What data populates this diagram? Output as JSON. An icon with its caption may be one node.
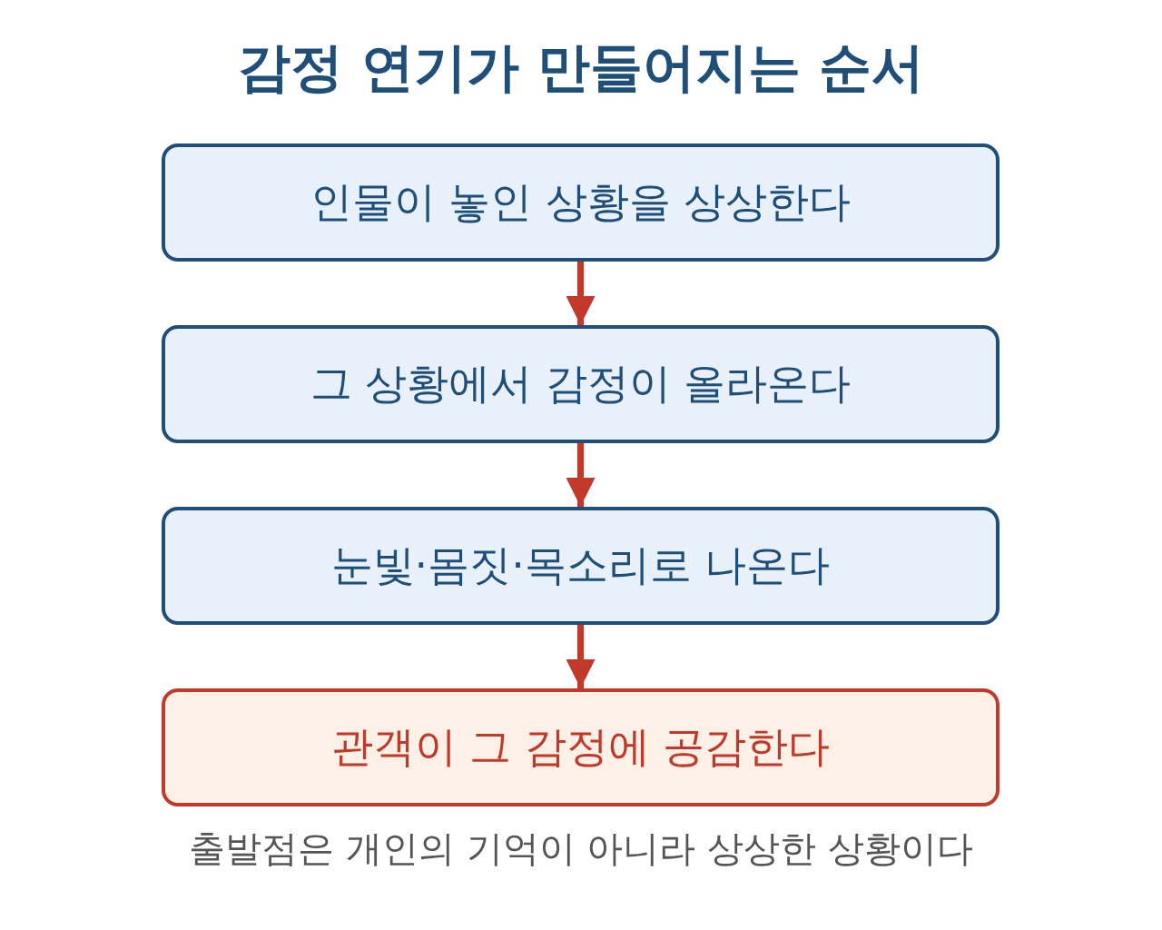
{
  "diagram": {
    "title": "감정 연기가 만들어지는 순서",
    "nodes": [
      {
        "text": [
          "인물이 놓인 상황을 상상한다"
        ]
      },
      {
        "text": [
          "그 상황에서 감정이 올라온다"
        ]
      },
      {
        "text": [
          "눈빛·몸짓·목소리로 나온다"
        ]
      },
      {
        "text": [
          "관객이 그 감정에 공감한다"
        ]
      }
    ],
    "edges": [
      {
        "from": 0,
        "to": 1,
        "arrow": "to"
      },
      {
        "from": 1,
        "to": 2,
        "arrow": "to"
      },
      {
        "from": 2,
        "to": 3,
        "arrow": "to"
      }
    ],
    "caption": "출발점은 개인의 기억이 아니라 상상한 상황이다"
  }
}
